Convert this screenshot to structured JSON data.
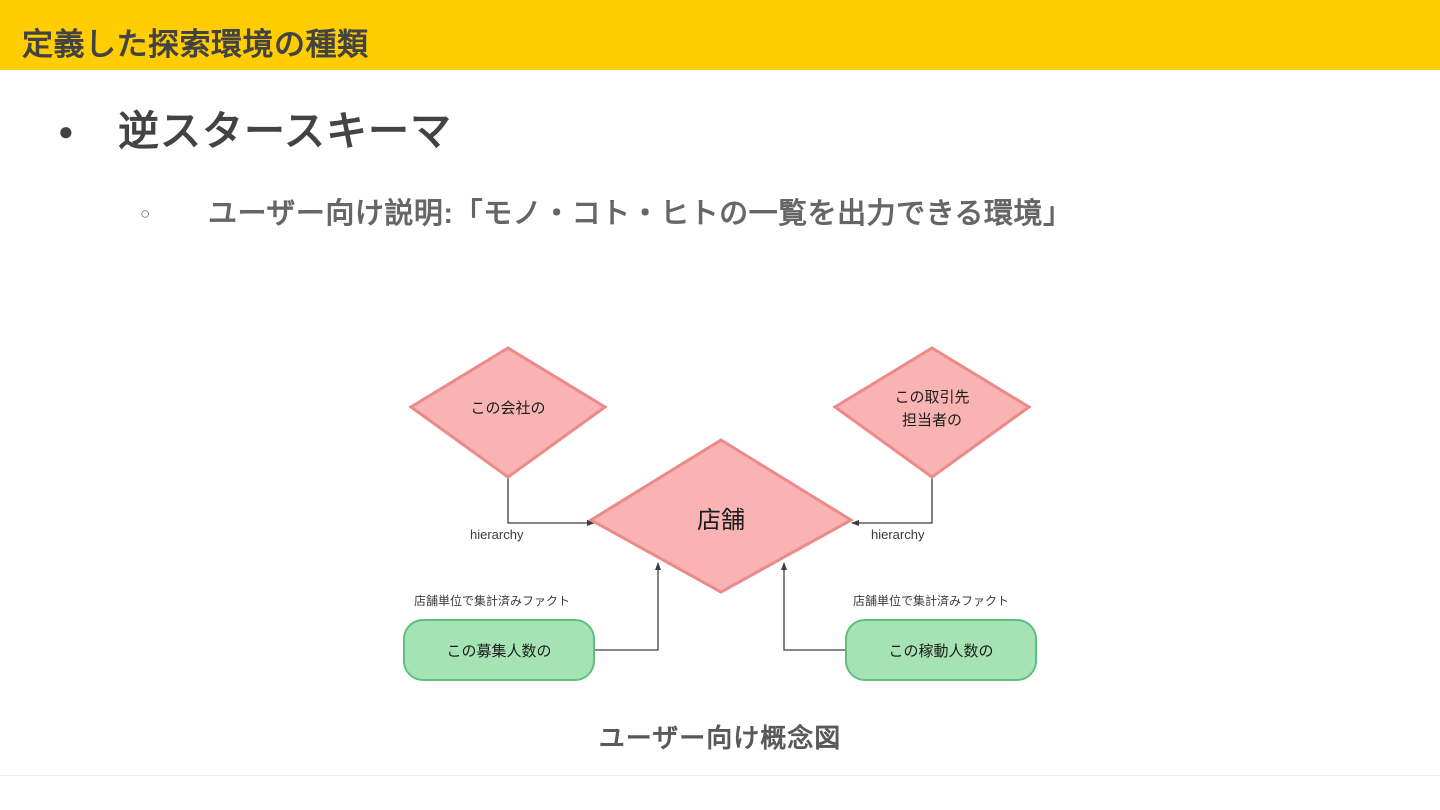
{
  "slide": {
    "header": {
      "title": "定義した探索環境の種類",
      "background_color": "#FFCD00",
      "text_color": "#434343"
    },
    "bullets": {
      "level1_marker": "●",
      "level1_text": "逆スタースキーマ",
      "level2_marker": "○",
      "level2_text": "ユーザー向け説明:「モノ・コト・ヒトの一覧を出力できる環境」"
    },
    "caption": "ユーザー向け概念図"
  },
  "diagram": {
    "colors": {
      "dimension_fill": "#f9b3b3",
      "dimension_stroke": "#ec8a8a",
      "fact_fill": "#a6e3b4",
      "fact_stroke": "#5fbf7c",
      "edge": "#4d4d4d"
    },
    "nodes": [
      {
        "id": "company",
        "shape": "diamond",
        "label": "この会社の",
        "label_line2": ""
      },
      {
        "id": "client",
        "shape": "diamond",
        "label": "この取引先",
        "label_line2": "担当者の"
      },
      {
        "id": "store",
        "shape": "diamond",
        "label": "店舗",
        "label_line2": ""
      },
      {
        "id": "recruit",
        "shape": "rounded-rect",
        "label": "この募集人数の",
        "label_line2": ""
      },
      {
        "id": "active",
        "shape": "rounded-rect",
        "label": "この稼動人数の",
        "label_line2": ""
      }
    ],
    "edges": [
      {
        "from": "company",
        "to": "store",
        "label": "hierarchy"
      },
      {
        "from": "client",
        "to": "store",
        "label": "hierarchy"
      },
      {
        "from": "recruit",
        "to": "store",
        "label": "店舗単位で集計済みファクト"
      },
      {
        "from": "active",
        "to": "store",
        "label": "店舗単位で集計済みファクト"
      }
    ]
  }
}
